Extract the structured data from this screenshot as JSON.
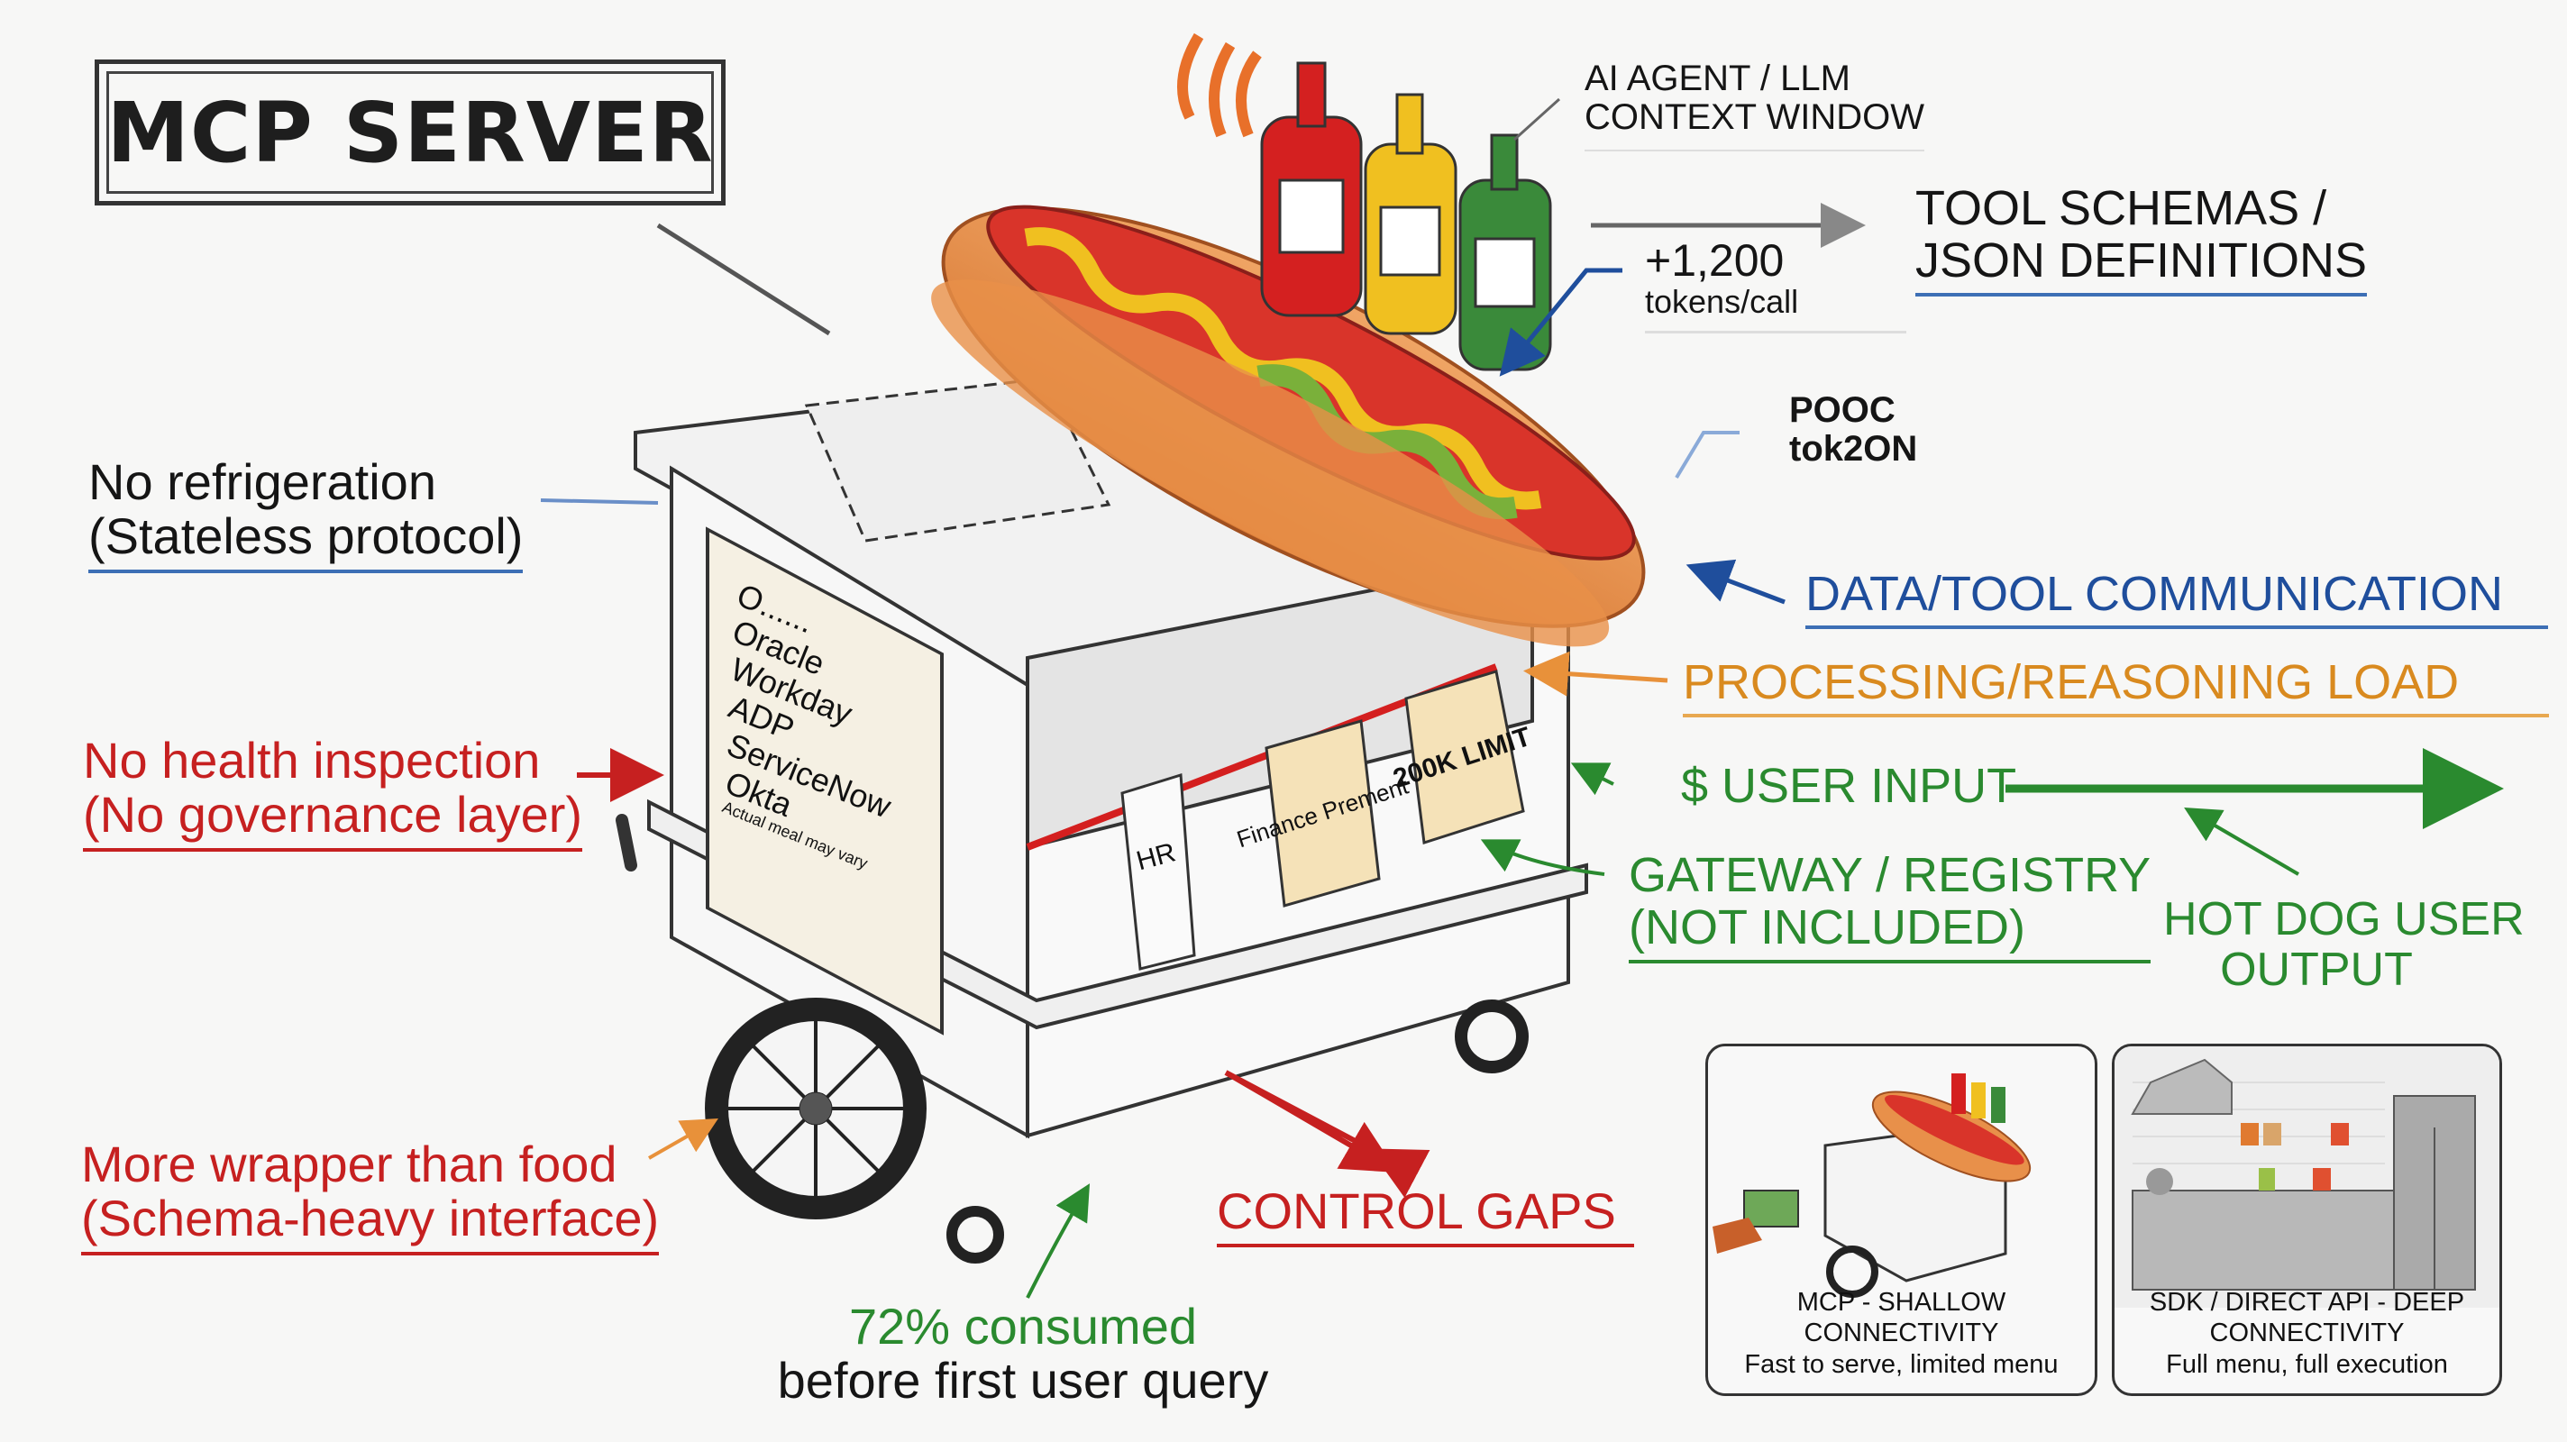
{
  "title": "MCP SERVER",
  "top_labels": {
    "agent_line1": "AI AGENT / LLM",
    "agent_line2": "CONTEXT WINDOW",
    "schemas_line1": "TOOL SCHEMAS /",
    "schemas_line2": "JSON DEFINITIONS",
    "tokens_value": "+1,200",
    "tokens_unit": "tokens/call",
    "pooc_line1": "POOC",
    "pooc_line2": "tok2ON"
  },
  "right_labels": {
    "data_comm": "DATA/TOOL COMMUNICATION",
    "processing": "PROCESSING/REASONING LOAD",
    "user_input": "$ USER INPUT",
    "gateway_line1": "GATEWAY / REGISTRY",
    "gateway_line2": "(NOT INCLUDED)",
    "output_line1": "HOT DOG USER",
    "output_line2": "OUTPUT"
  },
  "left_labels": {
    "refrigeration_line1": "No refrigeration",
    "refrigeration_line2": "(Stateless protocol)",
    "health_line1": "No health inspection",
    "health_line2": "(No governance layer)",
    "wrapper_line1": "More wrapper than food",
    "wrapper_line2": "(Schema-heavy interface)"
  },
  "bottom_labels": {
    "control_gaps": "CONTROL GAPS",
    "consumed_line1": "72% consumed",
    "consumed_line2": "before first user query"
  },
  "cart": {
    "menu": [
      "O......",
      "Oracle",
      "Workday",
      "ADP",
      "ServiceNow",
      "Okta"
    ],
    "menu_note": "Actual meal may vary",
    "tags": [
      "HR",
      "Finance Prement",
      "200K LIMIT"
    ]
  },
  "panels": [
    {
      "title": "MCP - SHALLOW CONNECTIVITY",
      "subtitle": "Fast to serve, limited menu"
    },
    {
      "title": "SDK / DIRECT API - DEEP CONNECTIVITY",
      "subtitle": "Full menu, full execution"
    }
  ],
  "colors": {
    "red": "#c62020",
    "blue": "#1f4e9c",
    "orange": "#d98a1f",
    "green": "#2a8a2f",
    "black": "#151515"
  }
}
